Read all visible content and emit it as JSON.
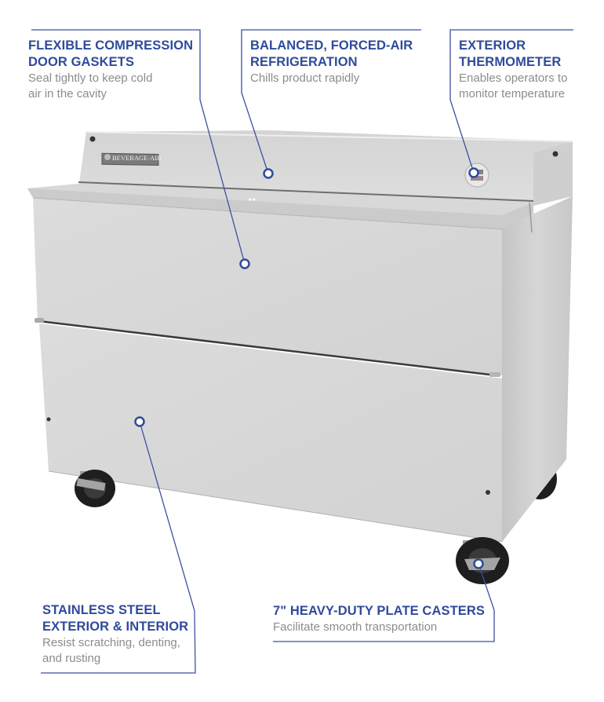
{
  "colors": {
    "accent_blue": "#2f4b9a",
    "leader_line": "#3a52a0",
    "description_gray": "#8c8c8c",
    "steel_light": "#d9d9d9",
    "steel_mid": "#c6c6c6",
    "wheel": "#1e1e1e"
  },
  "product": {
    "brand_badge": "BEVERAGE-AIR",
    "type": "milk-cooler"
  },
  "callouts": {
    "gaskets": {
      "title_line1": "FLEXIBLE COMPRESSION",
      "title_line2": "DOOR GASKETS",
      "desc_line1": "Seal tightly to keep cold",
      "desc_line2": "air in the cavity"
    },
    "refrigeration": {
      "title_line1": "BALANCED, FORCED-AIR",
      "title_line2": "REFRIGERATION",
      "desc_line1": "Chills product rapidly"
    },
    "thermometer": {
      "title_line1": "EXTERIOR",
      "title_line2": "THERMOMETER",
      "desc_line1": "Enables operators to",
      "desc_line2": "monitor temperature"
    },
    "stainless": {
      "title_line1": "STAINLESS STEEL",
      "title_line2": "EXTERIOR & INTERIOR",
      "desc_line1": "Resist scratching, denting,",
      "desc_line2": "and rusting"
    },
    "casters": {
      "title_line1": "7\" HEAVY-DUTY PLATE CASTERS",
      "desc_line1": "Facilitate smooth transportation"
    }
  }
}
